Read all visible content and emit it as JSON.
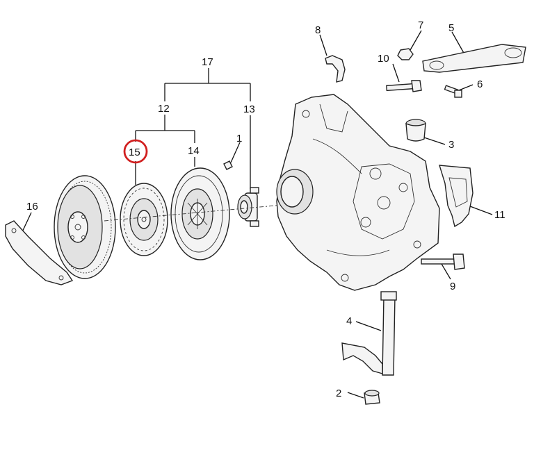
{
  "diagram": {
    "highlight_color": "#d11f1f",
    "line_color": "#111111",
    "callouts": [
      {
        "id": "c1",
        "label": "1"
      },
      {
        "id": "c2",
        "label": "2"
      },
      {
        "id": "c3",
        "label": "3"
      },
      {
        "id": "c4",
        "label": "4"
      },
      {
        "id": "c5",
        "label": "5"
      },
      {
        "id": "c6",
        "label": "6"
      },
      {
        "id": "c7",
        "label": "7"
      },
      {
        "id": "c8",
        "label": "8"
      },
      {
        "id": "c9",
        "label": "9"
      },
      {
        "id": "c10",
        "label": "10"
      },
      {
        "id": "c11",
        "label": "11"
      },
      {
        "id": "c12",
        "label": "12"
      },
      {
        "id": "c13",
        "label": "13"
      },
      {
        "id": "c14",
        "label": "14"
      },
      {
        "id": "c15",
        "label": "15",
        "highlighted": true
      },
      {
        "id": "c16",
        "label": "16"
      },
      {
        "id": "c17",
        "label": "17"
      }
    ]
  }
}
